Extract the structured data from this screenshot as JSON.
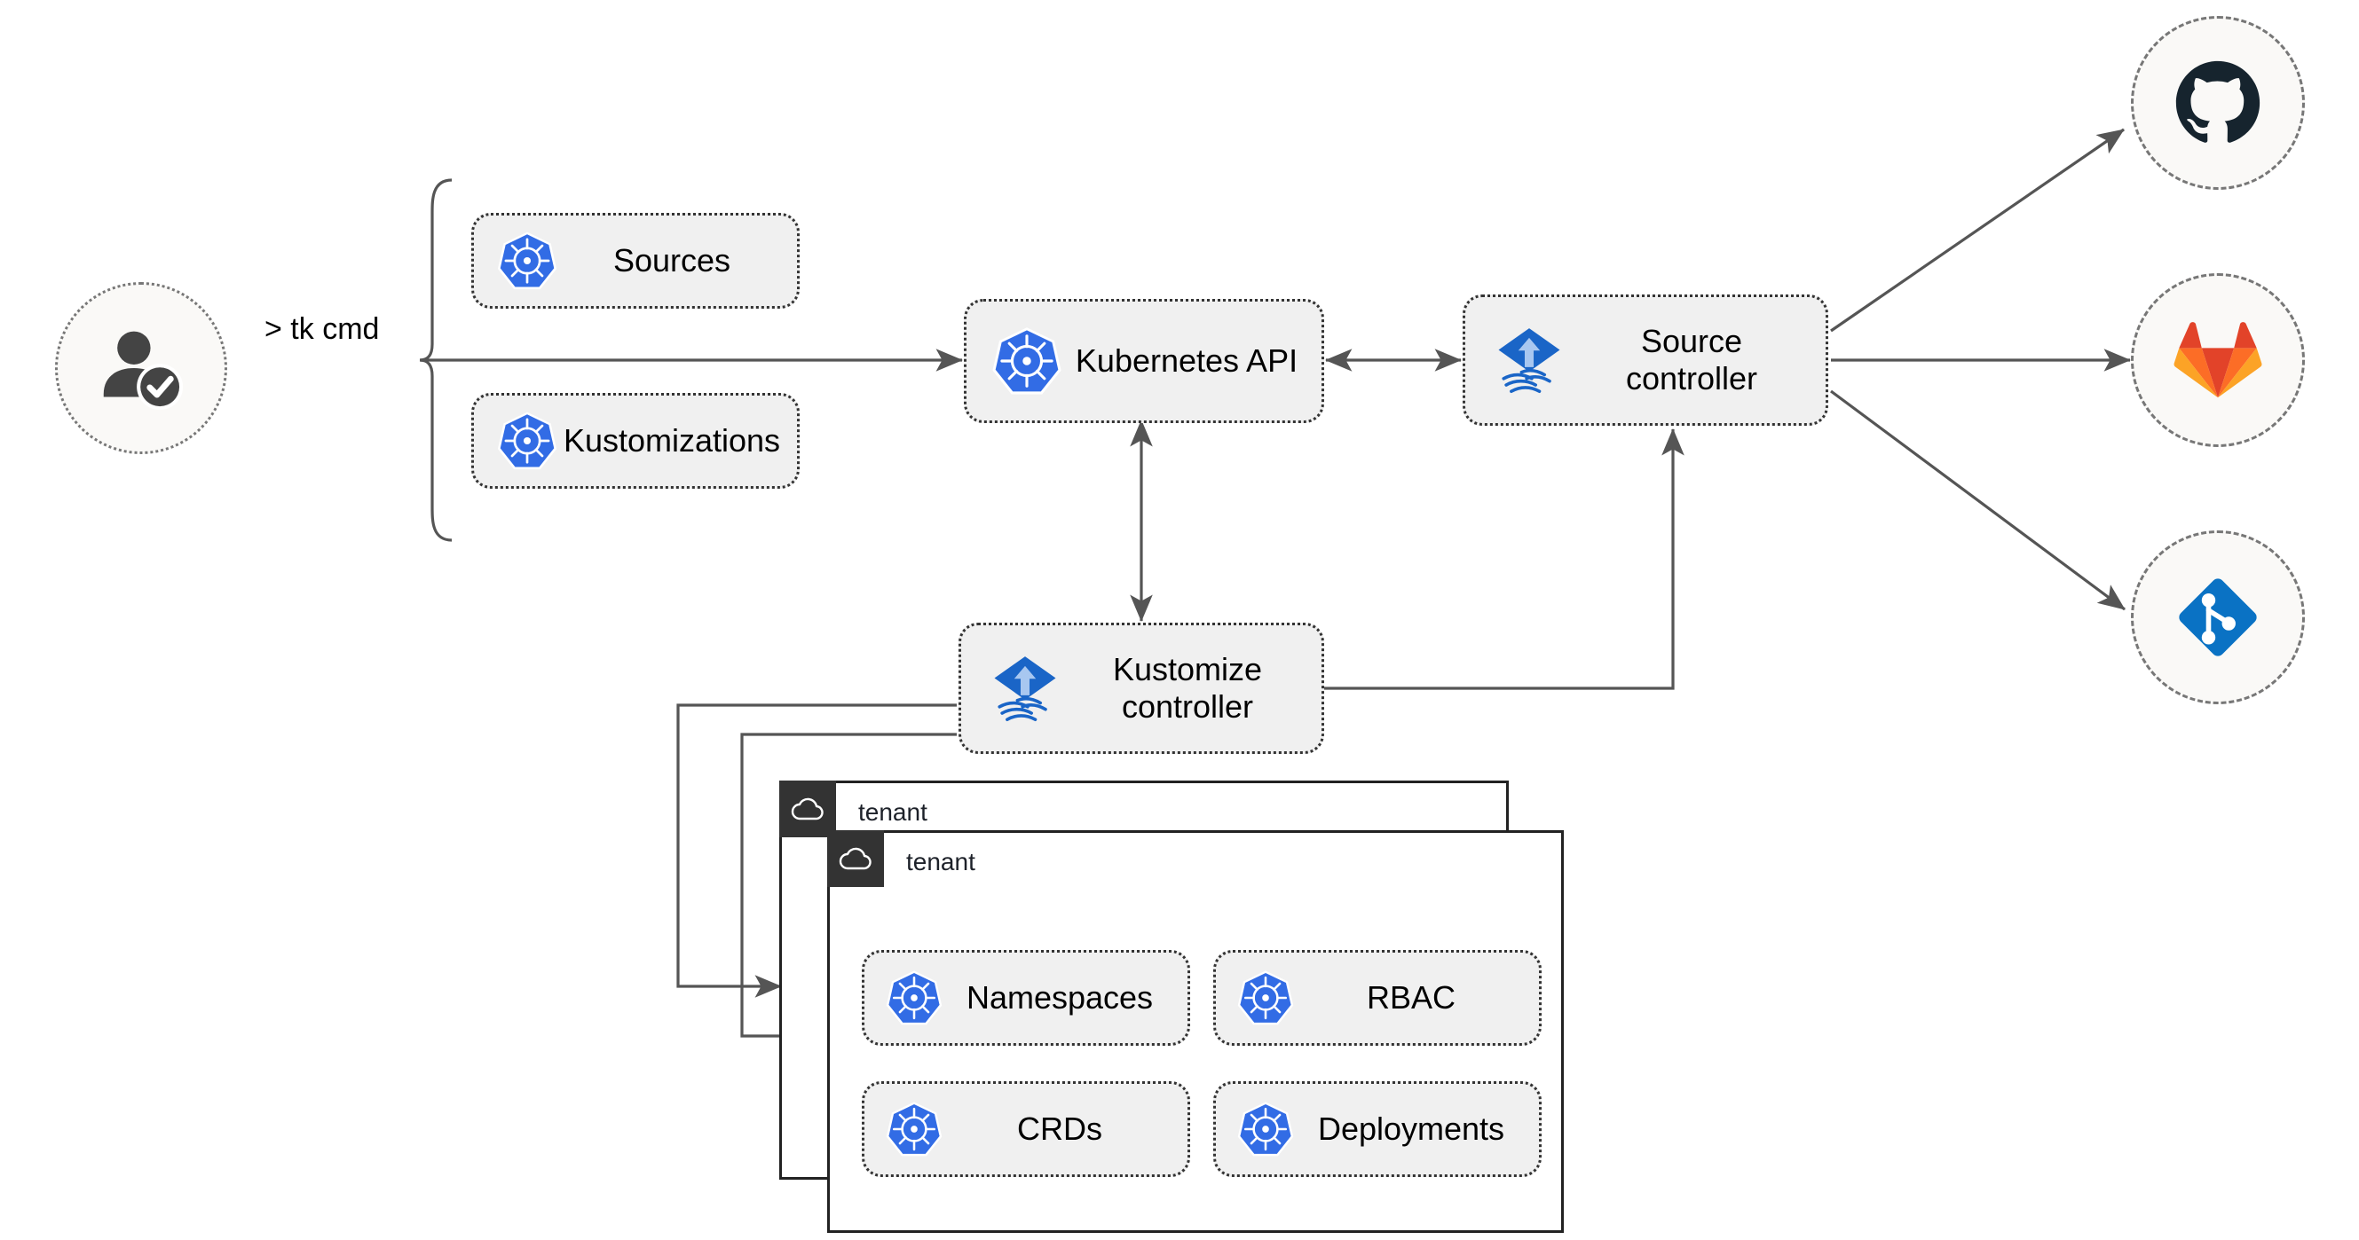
{
  "diagram": {
    "title": "Flux GitOps multi-tenancy architecture",
    "background": "#ffffff",
    "colors": {
      "k8s_blue": "#326ce5",
      "flux_blue": "#1a65c7",
      "flux_arrow": "#a8c7f0",
      "github_dark": "#16242e",
      "gitlab_red": "#e24329",
      "gitlab_orange": "#fc6d26",
      "gitlab_light_orange": "#fca326",
      "git_azure_blue": "#0a72c4",
      "connector": "#555555",
      "chip_fill": "#f0f0f0",
      "chip_border": "#333333",
      "circle_fill": "#faf9f7",
      "circle_border": "#777777",
      "tenant_border": "#222222",
      "tenant_tab": "#333333",
      "user_icon": "#444444"
    }
  },
  "actor": {
    "name": "user",
    "icon": "user-verified-icon",
    "command_label": "> tk cmd"
  },
  "cli_resources": {
    "brace": "left-curly-brace",
    "items": [
      {
        "label": "Sources",
        "icon": "kubernetes-icon"
      },
      {
        "label": "Kustomizations",
        "icon": "kubernetes-icon"
      }
    ]
  },
  "cluster_nodes": [
    {
      "id": "kubernetes-api",
      "label": "Kubernetes API",
      "icon": "kubernetes-icon"
    },
    {
      "id": "source-controller",
      "label": "Source\ncontroller",
      "icon": "flux-icon"
    },
    {
      "id": "kustomize-controller",
      "label": "Kustomize\ncontroller",
      "icon": "flux-icon"
    }
  ],
  "git_providers": [
    {
      "id": "github",
      "name": "GitHub",
      "icon": "github-icon"
    },
    {
      "id": "gitlab",
      "name": "GitLab",
      "icon": "gitlab-icon"
    },
    {
      "id": "git",
      "name": "Git",
      "icon": "git-repository-icon"
    }
  ],
  "tenants": [
    {
      "title": "tenant",
      "icon": "cloud-icon",
      "resources": []
    },
    {
      "title": "tenant",
      "icon": "cloud-icon",
      "resources": [
        {
          "label": "Namespaces",
          "icon": "kubernetes-icon"
        },
        {
          "label": "RBAC",
          "icon": "kubernetes-icon"
        },
        {
          "label": "CRDs",
          "icon": "kubernetes-icon"
        },
        {
          "label": "Deployments",
          "icon": "kubernetes-icon"
        }
      ]
    }
  ],
  "connections": [
    {
      "from": "user",
      "to": "cli-resources",
      "label": "> tk cmd",
      "arrow": "none"
    },
    {
      "from": "cli-resources",
      "to": "kubernetes-api",
      "arrow": "single"
    },
    {
      "from": "kubernetes-api",
      "to": "source-controller",
      "arrow": "double"
    },
    {
      "from": "kubernetes-api",
      "to": "kustomize-controller",
      "arrow": "double"
    },
    {
      "from": "kustomize-controller",
      "to": "source-controller",
      "arrow": "single"
    },
    {
      "from": "source-controller",
      "to": "github",
      "arrow": "single"
    },
    {
      "from": "source-controller",
      "to": "gitlab",
      "arrow": "single"
    },
    {
      "from": "source-controller",
      "to": "git",
      "arrow": "single"
    },
    {
      "from": "kustomize-controller",
      "to": "tenant-1",
      "arrow": "single"
    },
    {
      "from": "kustomize-controller",
      "to": "tenant-2",
      "arrow": "single"
    }
  ]
}
